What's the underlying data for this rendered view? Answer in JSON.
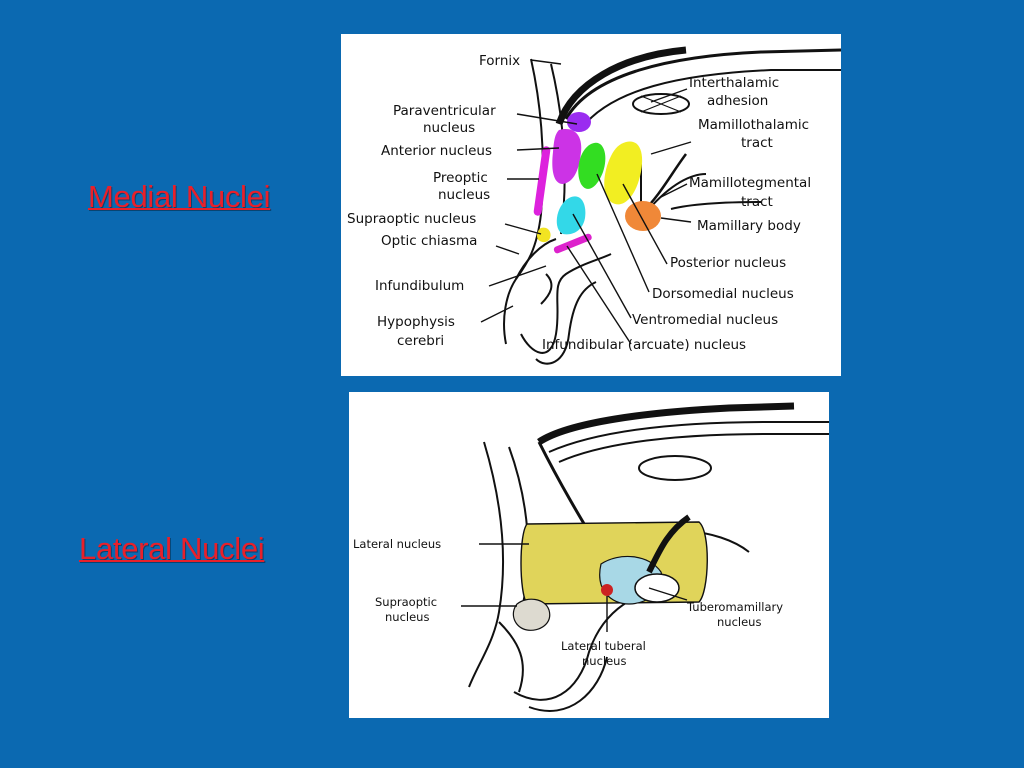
{
  "slide": {
    "background_color": "#0b69b1",
    "title_color": "#e8202a"
  },
  "medial": {
    "title": "Medial Nuclei",
    "labels": {
      "fornix": "Fornix",
      "paraventricular": [
        "Paraventricular",
        "nucleus"
      ],
      "anterior": "Anterior nucleus",
      "preoptic": [
        "Preoptic",
        "nucleus"
      ],
      "supraoptic": "Supraoptic nucleus",
      "optic_chiasma": "Optic chiasma",
      "infundibulum": "Infundibulum",
      "hypophysis": [
        "Hypophysis",
        "cerebri"
      ],
      "interthalamic": [
        "Interthalamic",
        "adhesion"
      ],
      "mamillothalamic": [
        "Mamillothalamic",
        "tract"
      ],
      "mamillotegmental": [
        "Mamillotegmental",
        "tract"
      ],
      "mamillary_body": "Mamillary body",
      "posterior": "Posterior nucleus",
      "dorsomedial": "Dorsomedial nucleus",
      "ventromedial": "Ventromedial nucleus",
      "infundibular": "Infundibular (arcuate) nucleus"
    }
  },
  "lateral": {
    "title": "Lateral Nuclei",
    "labels": {
      "lateral_nucleus": "Lateral nucleus",
      "supraoptic": [
        "Supraoptic",
        "nucleus"
      ],
      "lateral_tuberal": [
        "Lateral tuberal",
        "nucleus"
      ],
      "tuberomamillary": [
        "Tuberomamillary",
        "nucleus"
      ]
    }
  },
  "colors": {
    "paraventricular": "#9a2cf0",
    "anterior": "#cc33e6",
    "preoptic": "#dd22dd",
    "dorsomedial": "#33dd22",
    "posterior": "#f2ee22",
    "ventromedial": "#33d8e8",
    "mamillary": "#f08838",
    "supraoptic": "#f2e422",
    "infundibular": "#dd22cc",
    "lateral_nucleus": "#e0d45a",
    "tuberomamillary": "#a8d8e6",
    "lateral_tuberal": "#cc2222"
  }
}
